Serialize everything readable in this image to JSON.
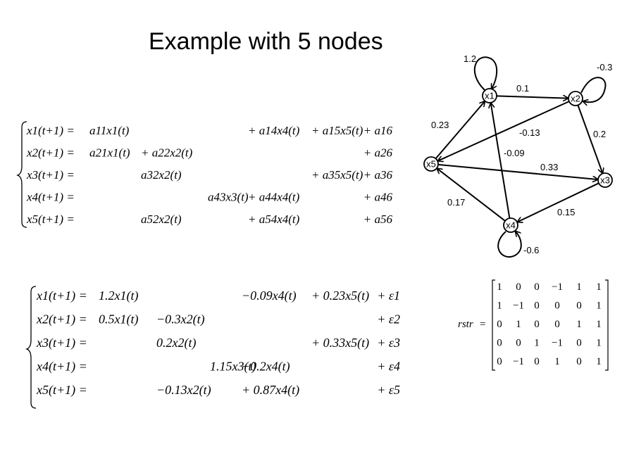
{
  "title": "Example with 5 nodes",
  "system_general": [
    {
      "lhs": "x1(t+1) =",
      "terms": [
        "a11x1(t)",
        "",
        "",
        "+ a14x4(t)",
        "+ a15x5(t)",
        "+ a16"
      ]
    },
    {
      "lhs": "x2(t+1) =",
      "terms": [
        "a21x1(t)",
        "+ a22x2(t)",
        "",
        "",
        "",
        "+ a26"
      ]
    },
    {
      "lhs": "x3(t+1) =",
      "terms": [
        "",
        "a32x2(t)",
        "",
        "",
        "+ a35x5(t)",
        "+ a36"
      ]
    },
    {
      "lhs": "x4(t+1) =",
      "terms": [
        "",
        "",
        "a43x3(t)",
        "+ a44x4(t)",
        "",
        "+ a46"
      ]
    },
    {
      "lhs": "x5(t+1) =",
      "terms": [
        "",
        "a52x2(t)",
        "",
        "+ a54x4(t)",
        "",
        "+ a56"
      ]
    }
  ],
  "system_numeric": [
    {
      "lhs": "x1(t+1) =",
      "terms": [
        "1.2x1(t)",
        "",
        "",
        "−0.09x4(t)",
        "+ 0.23x5(t)",
        "+ ε1"
      ]
    },
    {
      "lhs": "x2(t+1) =",
      "terms": [
        "0.5x1(t)",
        "−0.3x2(t)",
        "",
        "",
        "",
        "+ ε2"
      ]
    },
    {
      "lhs": "x3(t+1) =",
      "terms": [
        "",
        "0.2x2(t)",
        "",
        "",
        "+ 0.33x5(t)",
        "+ ε3"
      ]
    },
    {
      "lhs": "x4(t+1) =",
      "terms": [
        "",
        "",
        "1.15x3(t)",
        "−0.2x4(t)",
        "",
        "+ ε4"
      ]
    },
    {
      "lhs": "x5(t+1) =",
      "terms": [
        "",
        "−0.13x2(t)",
        "",
        "+ 0.87x4(t)",
        "",
        "+ ε5"
      ]
    }
  ],
  "graph": {
    "nodes": [
      "x1",
      "x2",
      "x3",
      "x4",
      "x5"
    ],
    "edges": [
      {
        "from": "x1",
        "to": "x1",
        "label": "1.2"
      },
      {
        "from": "x2",
        "to": "x2",
        "label": "-0.3"
      },
      {
        "from": "x4",
        "to": "x4",
        "label": "-0.6"
      },
      {
        "from": "x1",
        "to": "x2",
        "label": "0.1"
      },
      {
        "from": "x2",
        "to": "x3",
        "label": "0.2"
      },
      {
        "from": "x5",
        "to": "x1",
        "label": "0.23"
      },
      {
        "from": "x2",
        "to": "x5",
        "label": "-0.13"
      },
      {
        "from": "x4",
        "to": "x1",
        "label": "-0.09"
      },
      {
        "from": "x5",
        "to": "x3",
        "label": "0.33"
      },
      {
        "from": "x4",
        "to": "x5",
        "label": "0.17"
      },
      {
        "from": "x3",
        "to": "x4",
        "label": "0.15"
      }
    ]
  },
  "matrix": {
    "name": "rstr",
    "rows": [
      [
        "1",
        "0",
        "0",
        "−1",
        "1",
        "1"
      ],
      [
        "1",
        "−1",
        "0",
        "0",
        "0",
        "1"
      ],
      [
        "0",
        "1",
        "0",
        "0",
        "1",
        "1"
      ],
      [
        "0",
        "0",
        "1",
        "−1",
        "0",
        "1"
      ],
      [
        "0",
        "−1",
        "0",
        "1",
        "0",
        "1"
      ]
    ]
  },
  "colors": {
    "text": "#000000",
    "background": "#ffffff"
  }
}
